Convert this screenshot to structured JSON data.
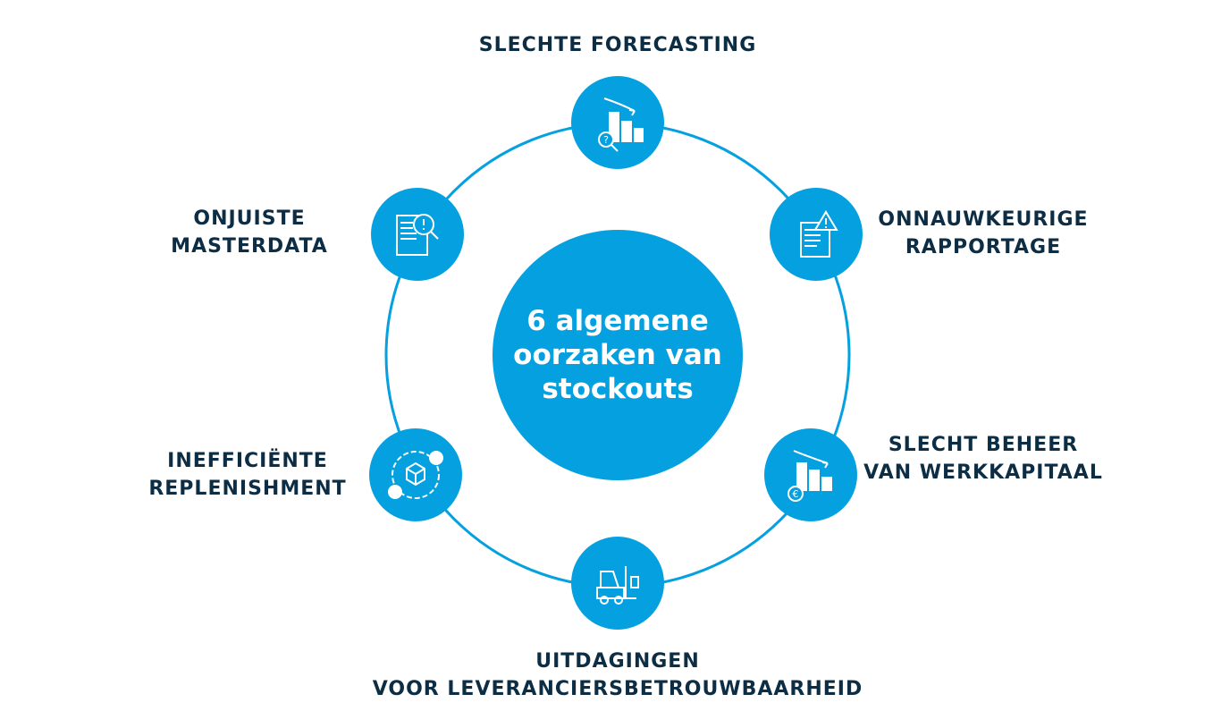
{
  "center": {
    "line1": "6 algemene",
    "line2": "oorzaken van",
    "line3": "stockouts"
  },
  "causes": [
    {
      "lines": [
        "SLECHTE FORECASTING"
      ],
      "icon": "bar-chart-decline-question-icon"
    },
    {
      "lines": [
        "ONNAUWKEURIGE",
        "RAPPORTAGE"
      ],
      "icon": "document-warning-icon"
    },
    {
      "lines": [
        "SLECHT BEHEER",
        "VAN WERKKAPITAAL"
      ],
      "icon": "bar-chart-euro-icon"
    },
    {
      "lines": [
        "UITDAGINGEN",
        "VOOR LEVERANCIERSBETROUWBAARHEID"
      ],
      "icon": "forklift-icon"
    },
    {
      "lines": [
        "INEFFICIËNTE",
        "REPLENISHMENT"
      ],
      "icon": "package-cycle-icon"
    },
    {
      "lines": [
        "ONJUISTE",
        "MASTERDATA"
      ],
      "icon": "document-search-icon"
    }
  ],
  "colors": {
    "accent": "#04a0e0",
    "text": "#0c2d44"
  }
}
